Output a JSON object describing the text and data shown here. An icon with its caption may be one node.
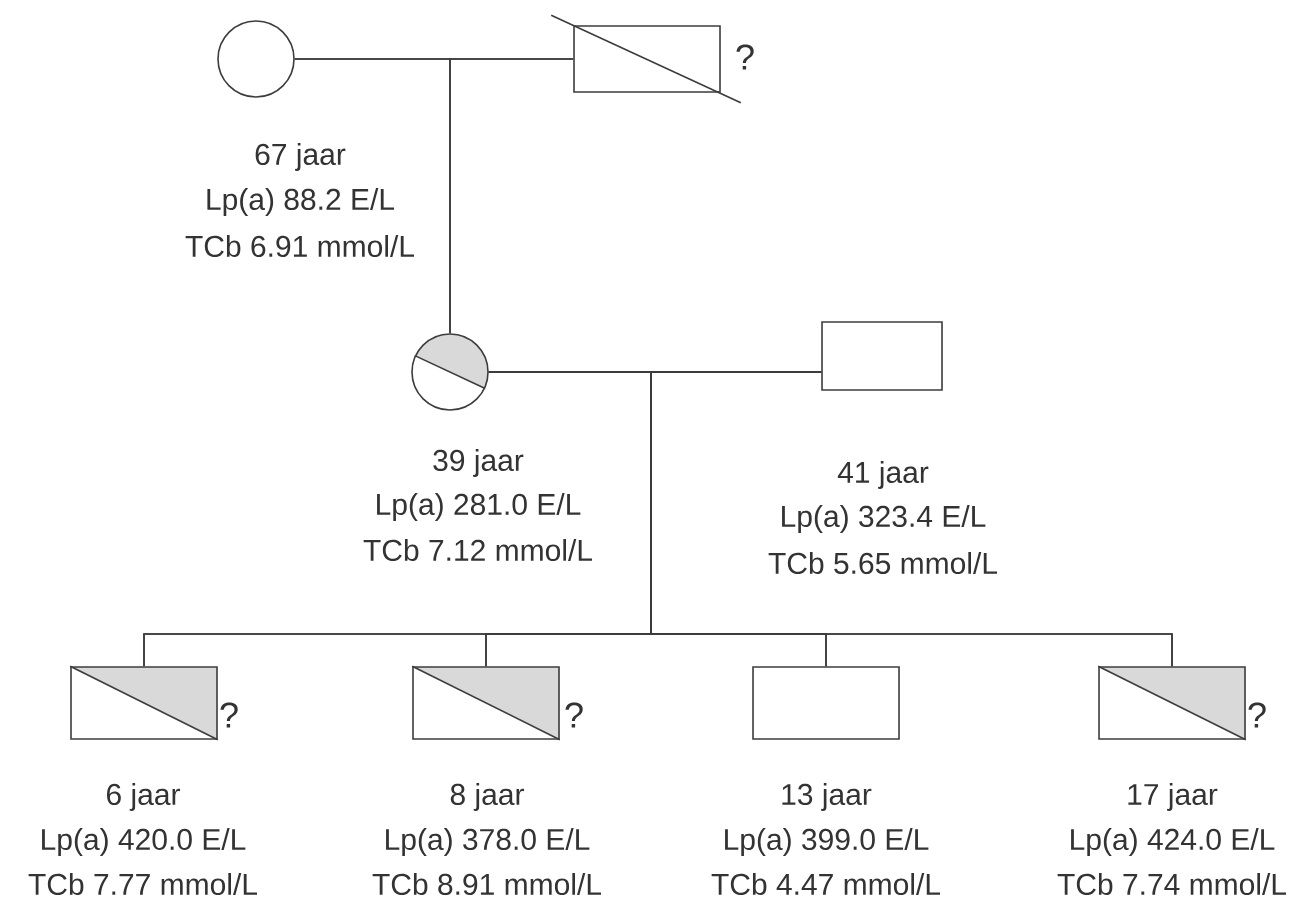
{
  "diagram": {
    "nodes": [
      {
        "text": [],
        "shape": "circle",
        "beside": [
          "67 jaar",
          "Lp(a) 88.2 E/L",
          "TCb 6.91 mmol/L"
        ]
      },
      {
        "text": [],
        "shape": "box",
        "beside": [
          "?"
        ]
      },
      {
        "text": [],
        "shape": "circle",
        "beside": [
          "39 jaar",
          "Lp(a) 281.0 E/L",
          "TCb 7.12 mmol/L"
        ]
      },
      {
        "text": [],
        "shape": "box",
        "beside": [
          "41 jaar",
          "Lp(a) 323.4 E/L",
          "TCb 5.65 mmol/L"
        ]
      },
      {
        "text": [],
        "shape": "box",
        "beside": [
          "?",
          "6 jaar",
          "Lp(a) 420.0 E/L",
          "TCb 7.77 mmol/L"
        ]
      },
      {
        "text": [],
        "shape": "box",
        "beside": [
          "?",
          "8 jaar",
          "Lp(a) 378.0 E/L",
          "TCb 8.91 mmol/L"
        ]
      },
      {
        "text": [],
        "shape": "box",
        "beside": [
          "13 jaar",
          "Lp(a) 399.0 E/L",
          "TCb 4.47 mmol/L"
        ]
      },
      {
        "text": [],
        "shape": "box",
        "beside": [
          "?",
          "17 jaar",
          "Lp(a) 424.0 E/L",
          "TCb 7.74 mmol/L"
        ]
      }
    ],
    "edges": [
      {
        "from": 0,
        "to": 1,
        "arrow": "none"
      },
      {
        "from": 0,
        "to": 2,
        "arrow": "none"
      },
      {
        "from": 1,
        "to": 2,
        "arrow": "none"
      },
      {
        "from": 2,
        "to": 3,
        "arrow": "none"
      },
      {
        "from": 2,
        "to": 4,
        "arrow": "none"
      },
      {
        "from": 2,
        "to": 5,
        "arrow": "none"
      },
      {
        "from": 2,
        "to": 6,
        "arrow": "none"
      },
      {
        "from": 2,
        "to": 7,
        "arrow": "none"
      },
      {
        "from": 3,
        "to": 4,
        "arrow": "none"
      },
      {
        "from": 3,
        "to": 5,
        "arrow": "none"
      },
      {
        "from": 3,
        "to": 6,
        "arrow": "none"
      },
      {
        "from": 3,
        "to": 7,
        "arrow": "none"
      }
    ]
  }
}
